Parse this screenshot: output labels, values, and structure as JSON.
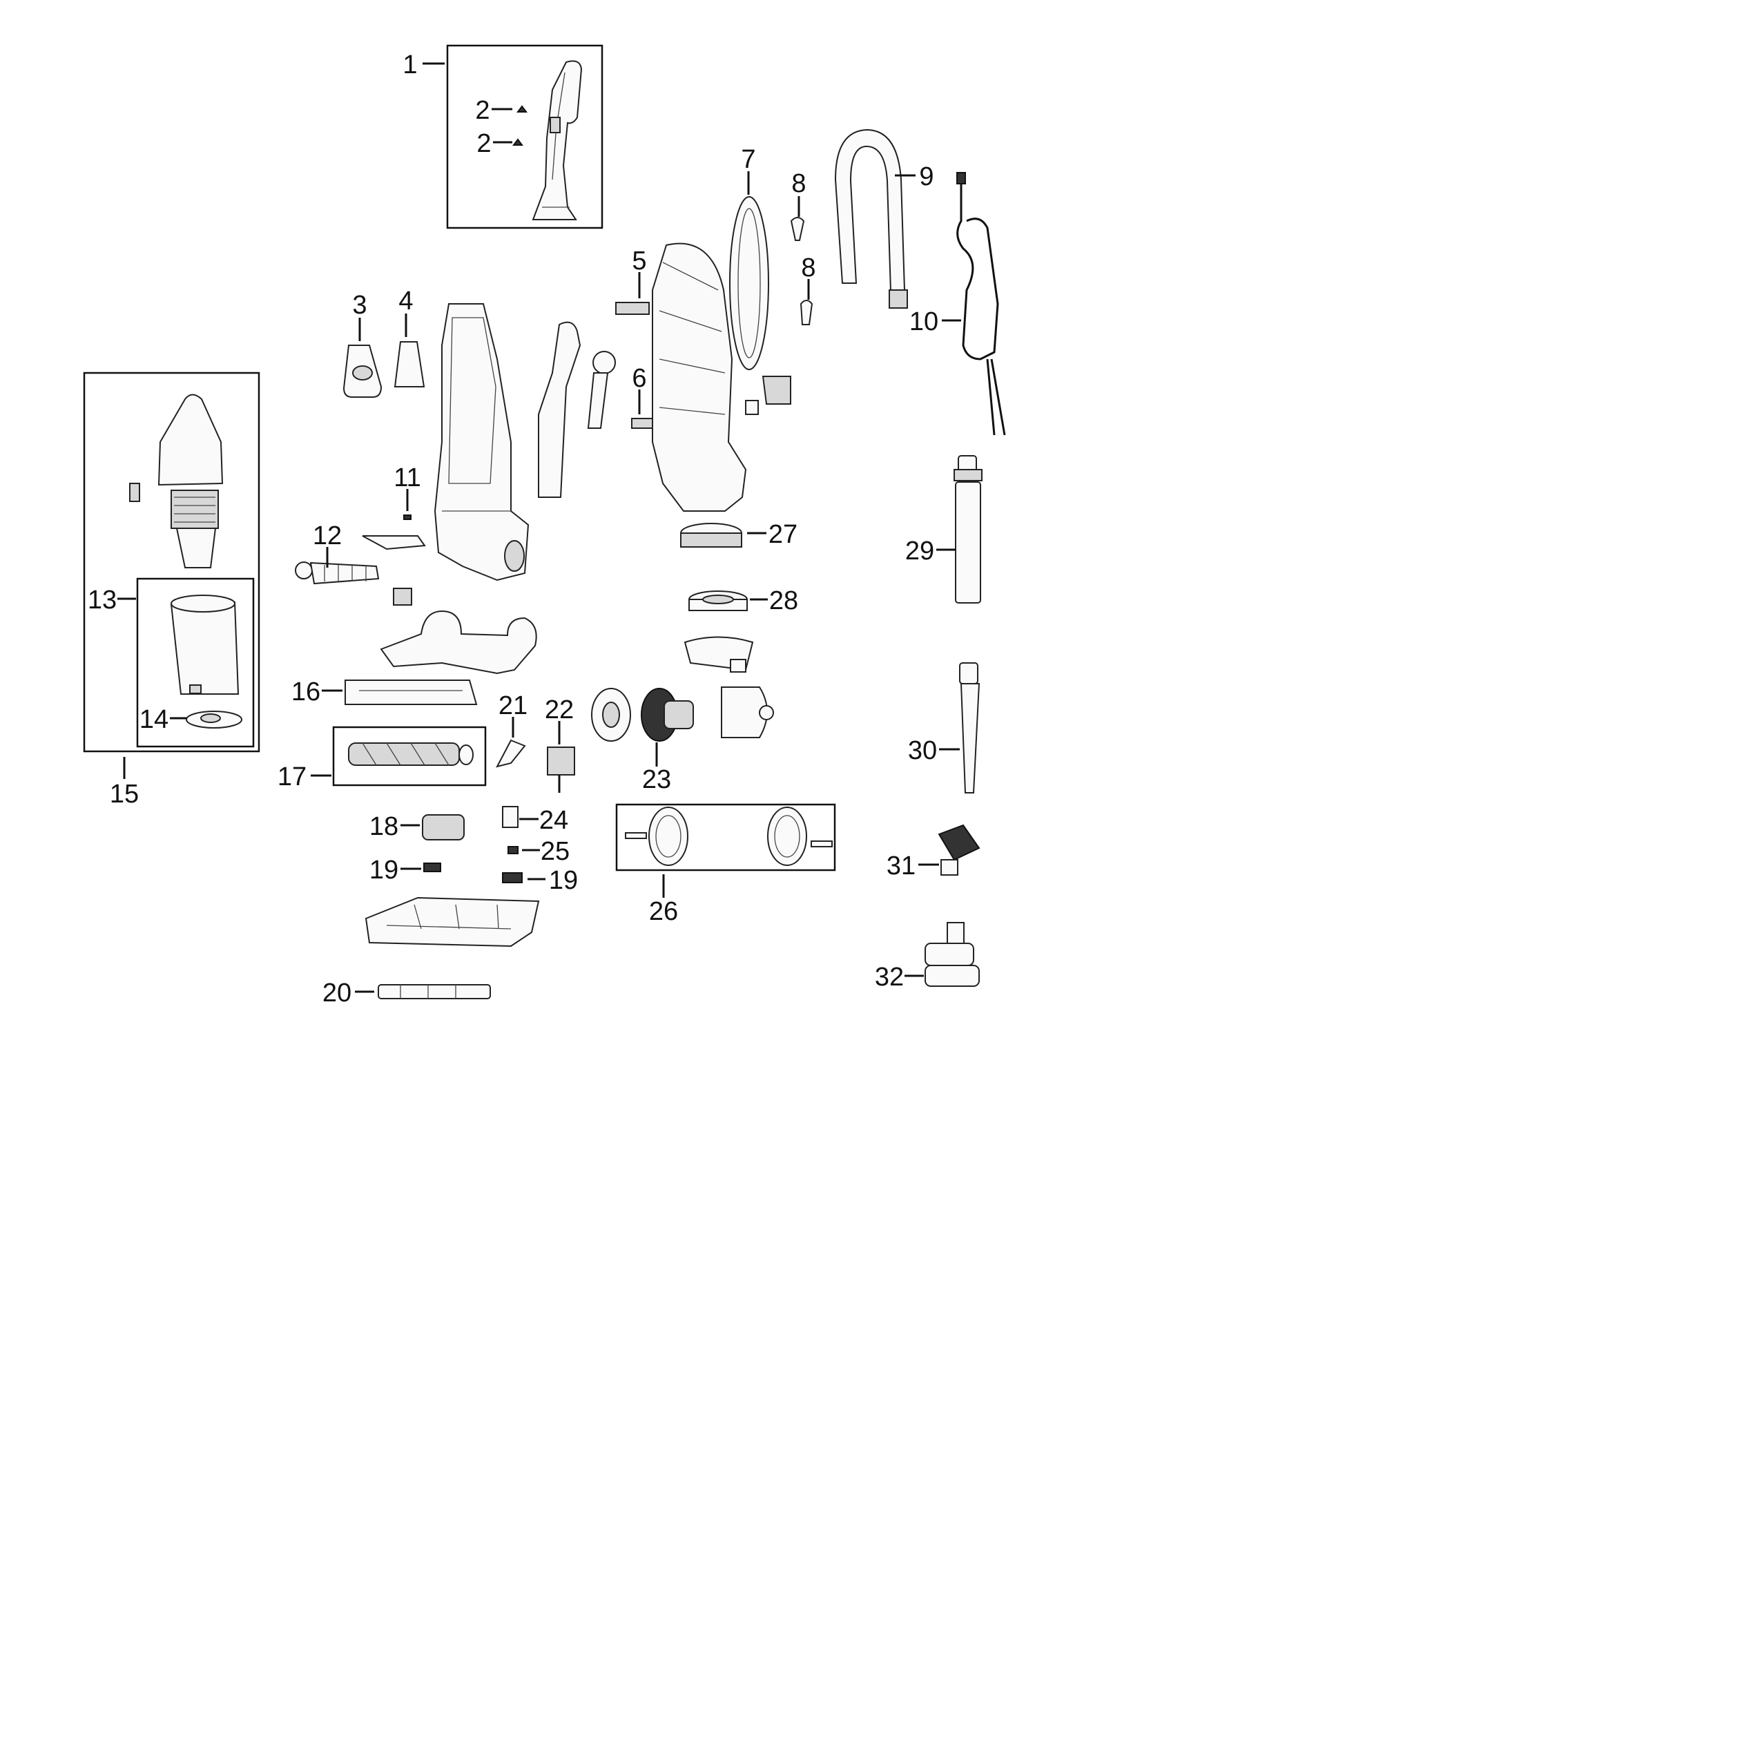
{
  "callouts": [
    {
      "id": "c1",
      "text": "1"
    },
    {
      "id": "c2a",
      "text": "2"
    },
    {
      "id": "c2b",
      "text": "2"
    },
    {
      "id": "c3",
      "text": "3"
    },
    {
      "id": "c4",
      "text": "4"
    },
    {
      "id": "c5",
      "text": "5"
    },
    {
      "id": "c6",
      "text": "6"
    },
    {
      "id": "c7",
      "text": "7"
    },
    {
      "id": "c8a",
      "text": "8"
    },
    {
      "id": "c8b",
      "text": "8"
    },
    {
      "id": "c9",
      "text": "9"
    },
    {
      "id": "c10",
      "text": "10"
    },
    {
      "id": "c11",
      "text": "11"
    },
    {
      "id": "c12",
      "text": "12"
    },
    {
      "id": "c13",
      "text": "13"
    },
    {
      "id": "c14",
      "text": "14"
    },
    {
      "id": "c15",
      "text": "15"
    },
    {
      "id": "c16",
      "text": "16"
    },
    {
      "id": "c17",
      "text": "17"
    },
    {
      "id": "c18",
      "text": "18"
    },
    {
      "id": "c19a",
      "text": "19"
    },
    {
      "id": "c19b",
      "text": "19"
    },
    {
      "id": "c20",
      "text": "20"
    },
    {
      "id": "c21",
      "text": "21"
    },
    {
      "id": "c22",
      "text": "22"
    },
    {
      "id": "c23",
      "text": "23"
    },
    {
      "id": "c24",
      "text": "24"
    },
    {
      "id": "c25",
      "text": "25"
    },
    {
      "id": "c26",
      "text": "26"
    },
    {
      "id": "c27",
      "text": "27"
    },
    {
      "id": "c28",
      "text": "28"
    },
    {
      "id": "c29",
      "text": "29"
    },
    {
      "id": "c30",
      "text": "30"
    },
    {
      "id": "c31",
      "text": "31"
    },
    {
      "id": "c32",
      "text": "32"
    }
  ]
}
